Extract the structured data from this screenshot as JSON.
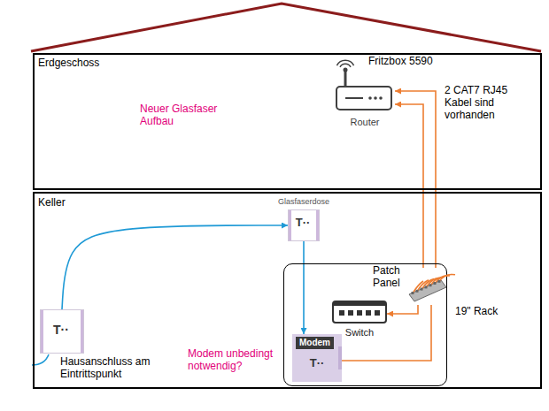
{
  "diagram": {
    "nodes": [
      {
        "text": [
          "Erdgeschoss"
        ]
      },
      {
        "text": [
          "Fritzbox 5590",
          "Router"
        ],
        "in": 0
      },
      {
        "text": [
          "Keller"
        ]
      },
      {
        "text": [
          "Glasfaserdose",
          "T··"
        ],
        "in": 2
      },
      {
        "text": [
          "T··",
          "Hausanschluss am Eintrittspunkt"
        ],
        "in": 2
      },
      {
        "text": [
          "19\" Rack"
        ],
        "in": 2
      },
      {
        "text": [
          "Patch Panel"
        ],
        "in": 5
      },
      {
        "text": [
          "Switch"
        ],
        "in": 5
      },
      {
        "text": [
          "Modem",
          "T··"
        ],
        "in": 5
      }
    ],
    "edges": [
      {
        "from": 4,
        "to": 3,
        "arrow": "to"
      },
      {
        "from": 3,
        "to": 8,
        "arrow": "to"
      },
      {
        "from": 8,
        "to": 6,
        "arrow": "none"
      },
      {
        "from": 6,
        "to": 7,
        "arrow": "to"
      },
      {
        "from": 6,
        "to": 1,
        "arrow": "to"
      },
      {
        "from": 6,
        "to": 1,
        "arrow": "to"
      }
    ],
    "labels": [
      "Neuer Glasfaser Aufbau",
      "2 CAT7 RJ45 Kabel sind vorhanden",
      "Modem unbedingt notwendig?"
    ]
  }
}
